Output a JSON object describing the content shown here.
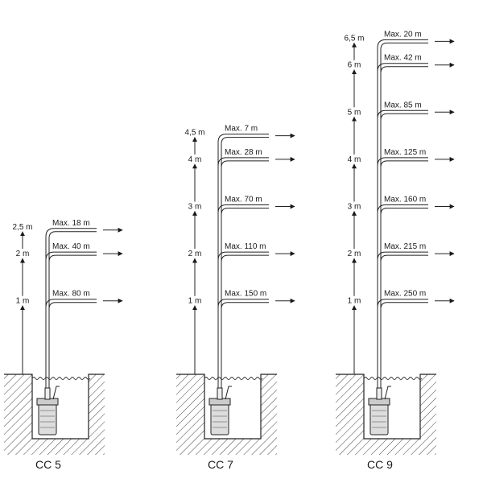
{
  "pumps": [
    {
      "model": "CC 5",
      "heights": [
        "1 m",
        "2 m",
        "2,5 m"
      ],
      "outlets": [
        "Max. 18 m",
        "Max. 40 m",
        "Max. 80 m"
      ]
    },
    {
      "model": "CC 7",
      "heights": [
        "1 m",
        "2 m",
        "3 m",
        "4 m",
        "4,5 m"
      ],
      "outlets": [
        "Max. 7 m",
        "Max. 28 m",
        "Max. 70 m",
        "Max. 110 m",
        "Max. 150 m"
      ]
    },
    {
      "model": "CC 9",
      "heights": [
        "1 m",
        "2 m",
        "3 m",
        "4 m",
        "5 m",
        "6 m",
        "6,5 m"
      ],
      "outlets": [
        "Max. 20 m",
        "Max. 42 m",
        "Max. 85 m",
        "Max. 125 m",
        "Max. 160 m",
        "Max. 215 m",
        "Max. 250 m"
      ]
    }
  ]
}
